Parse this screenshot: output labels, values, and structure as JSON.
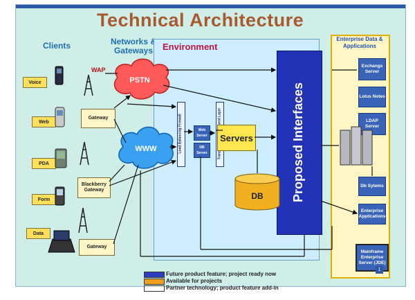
{
  "title": "Technical Architecture",
  "headers": {
    "clients": "Clients",
    "networks": "Networks & Gateways",
    "environment": "Environment",
    "enterprise": "Enterprise Data & Applications"
  },
  "clients": [
    "Voice",
    "Web",
    "PDA",
    "Form",
    "Data"
  ],
  "network": {
    "wap": "WAP",
    "pstn": "PSTN",
    "www": "WWW"
  },
  "gateways": [
    "Gateway",
    "Blackberry Gateway",
    "Gateway"
  ],
  "environment": {
    "bar_left": "Load Balancing Firewall",
    "bar_right": "Transaction Management Layer",
    "web_server": "Web Server",
    "db_server": "DB Server",
    "servers": "Servers",
    "db": "DB",
    "proposed_interfaces": "Proposed Interfaces"
  },
  "enterprise_items": [
    "Exchange Server",
    "Lotus Notes",
    "LDAP Server",
    "Db Sytems",
    "Enterprise Applications",
    "Mainframe Enterprise Server (JDE)"
  ],
  "legend": [
    {
      "label": "Future product feature; project ready now",
      "color": "#2b3fbf"
    },
    {
      "label": "Available for projects",
      "color": "#f0a01c"
    },
    {
      "label": "Partner technology; product feature add-in",
      "color": "#ffffff"
    }
  ],
  "page_number": "1",
  "colors": {
    "title": "#a85a2e",
    "header_blue": "#1f6fb8",
    "environment_red": "#c0143c",
    "proposed": "#2233b8",
    "pstn": "#ff5a5a",
    "www": "#3aa0f0"
  }
}
